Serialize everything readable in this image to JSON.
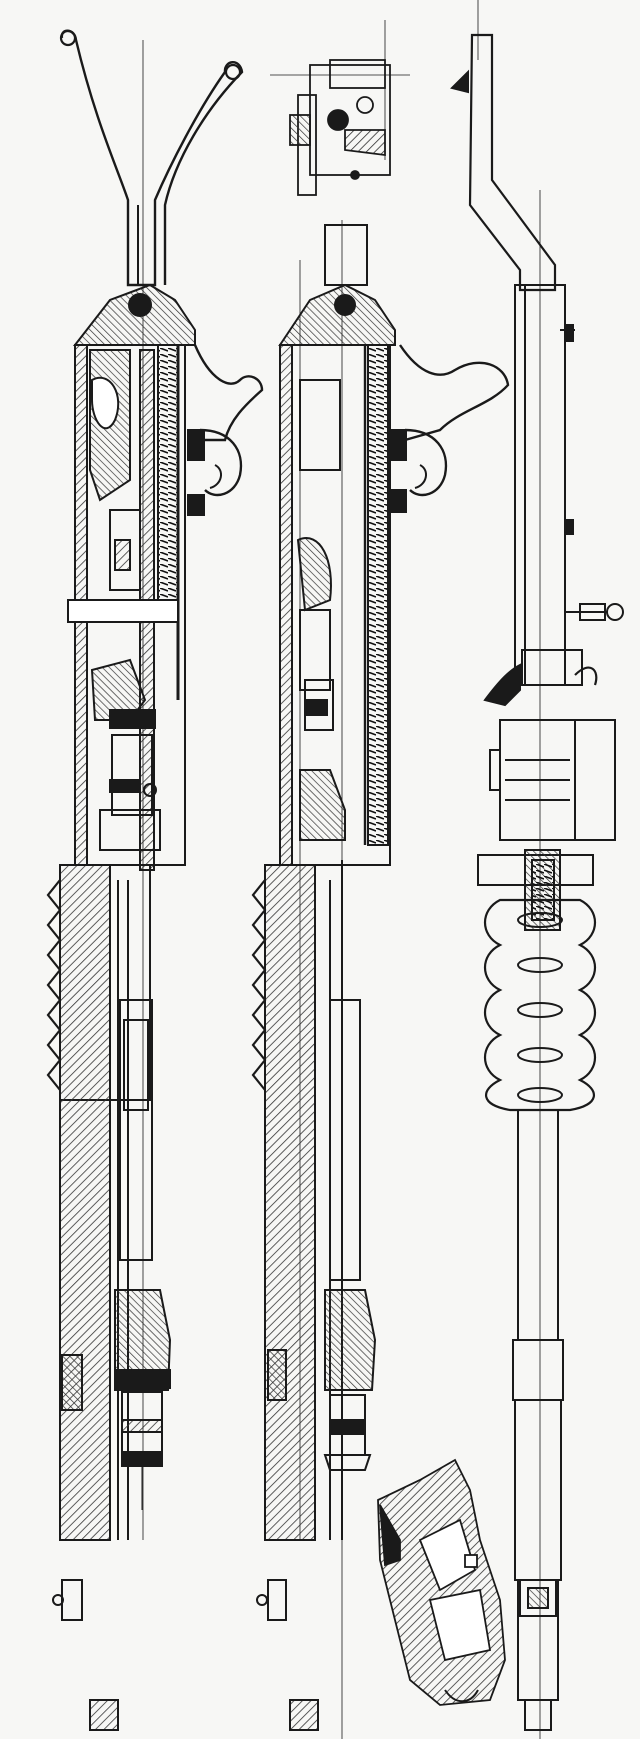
{
  "colors": {
    "paper": "#f7f7f5",
    "ink": "#1a1a1a",
    "hatch": "#333333"
  },
  "views": [
    {
      "id": "view-left",
      "description_hidden": true
    },
    {
      "id": "view-center",
      "description_hidden": true
    },
    {
      "id": "view-right",
      "description_hidden": true
    }
  ],
  "details": [
    {
      "id": "detail-top"
    },
    {
      "id": "detail-bottom"
    }
  ]
}
